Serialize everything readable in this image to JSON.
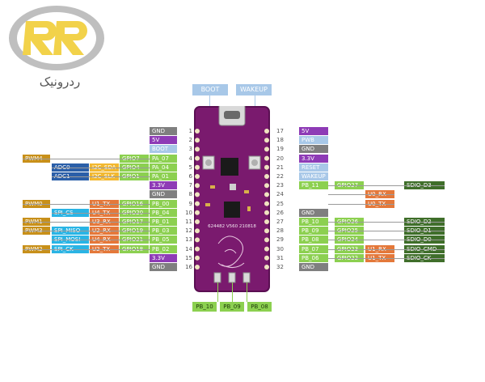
{
  "logo": {
    "caption": "ردرونیک",
    "colors": {
      "ring": "#bfbfbf",
      "letters": "#f2d24a",
      "text": "#555555"
    }
  },
  "buttons": {
    "boot": "BOOT",
    "wakeup": "WAKEUP"
  },
  "board": {
    "silkscreen": "624482 V560 210818",
    "colors": {
      "pcb": "#7a1a6e",
      "pcb_edge": "#5a0f52"
    }
  },
  "left_pins": [
    {
      "num": "1",
      "labels": [
        {
          "t": "GND",
          "c": "#7f7f7f"
        }
      ]
    },
    {
      "num": "2",
      "labels": [
        {
          "t": "5V",
          "c": "#8e3bb6"
        }
      ]
    },
    {
      "num": "3",
      "labels": [
        {
          "t": "BOOT",
          "c": "#a8c8e8"
        }
      ]
    },
    {
      "num": "4",
      "labels": [
        {
          "t": "PA_07",
          "c": "#8cd050"
        },
        {
          "t": "GPIO7",
          "c": "#8cd050"
        },
        {
          "t": "",
          "c": ""
        },
        {
          "t": "",
          "c": ""
        },
        {
          "t": "PWM4",
          "c": "#c8901a"
        }
      ]
    },
    {
      "num": "5",
      "labels": [
        {
          "t": "PA_04",
          "c": "#8cd050"
        },
        {
          "t": "GPIO4",
          "c": "#8cd050"
        },
        {
          "t": "I2C_SDA",
          "c": "#f2b830"
        },
        {
          "t": "ADC0",
          "c": "#2b5fa8"
        }
      ]
    },
    {
      "num": "6",
      "labels": [
        {
          "t": "PA_01",
          "c": "#8cd050"
        },
        {
          "t": "GPIO1",
          "c": "#8cd050"
        },
        {
          "t": "I2C_SLK",
          "c": "#f2b830"
        },
        {
          "t": "ADC1",
          "c": "#2b5fa8"
        }
      ]
    },
    {
      "num": "7",
      "labels": [
        {
          "t": "3.3V",
          "c": "#8e3bb6"
        }
      ]
    },
    {
      "num": "8",
      "labels": [
        {
          "t": "GND",
          "c": "#7f7f7f"
        }
      ]
    },
    {
      "num": "9",
      "labels": [
        {
          "t": "PB_00",
          "c": "#8cd050"
        },
        {
          "t": "GPIO16",
          "c": "#8cd050"
        },
        {
          "t": "U1_TX",
          "c": "#e4783a"
        },
        {
          "t": "",
          "c": ""
        },
        {
          "t": "PWM0",
          "c": "#c8901a"
        }
      ]
    },
    {
      "num": "10",
      "labels": [
        {
          "t": "PB_04",
          "c": "#8cd050"
        },
        {
          "t": "GPIO20",
          "c": "#8cd050"
        },
        {
          "t": "U4_TX",
          "c": "#e4783a"
        },
        {
          "t": "SPI_CS",
          "c": "#2ab4e4"
        }
      ]
    },
    {
      "num": "11",
      "labels": [
        {
          "t": "PB_01",
          "c": "#8cd050"
        },
        {
          "t": "GPIO17",
          "c": "#8cd050"
        },
        {
          "t": "U3_RX",
          "c": "#e4783a"
        },
        {
          "t": "",
          "c": ""
        },
        {
          "t": "PWM1",
          "c": "#c8901a"
        }
      ]
    },
    {
      "num": "12",
      "labels": [
        {
          "t": "PB_03",
          "c": "#8cd050"
        },
        {
          "t": "GPIO19",
          "c": "#8cd050"
        },
        {
          "t": "U2_RX",
          "c": "#e4783a"
        },
        {
          "t": "SPI_MISO",
          "c": "#2ab4e4"
        },
        {
          "t": "PWM3",
          "c": "#c8901a"
        }
      ]
    },
    {
      "num": "13",
      "labels": [
        {
          "t": "PB_05",
          "c": "#8cd050"
        },
        {
          "t": "GPIO21",
          "c": "#8cd050"
        },
        {
          "t": "U4_RX",
          "c": "#e4783a"
        },
        {
          "t": "SPI_MOSI",
          "c": "#2ab4e4"
        }
      ]
    },
    {
      "num": "14",
      "labels": [
        {
          "t": "PB_02",
          "c": "#8cd050"
        },
        {
          "t": "GPIO18",
          "c": "#8cd050"
        },
        {
          "t": "U2_TX",
          "c": "#e4783a"
        },
        {
          "t": "SPI_CK",
          "c": "#2ab4e4"
        },
        {
          "t": "PWM2",
          "c": "#c8901a"
        }
      ]
    },
    {
      "num": "15",
      "labels": [
        {
          "t": "3.3V",
          "c": "#8e3bb6"
        }
      ]
    },
    {
      "num": "16",
      "labels": [
        {
          "t": "GND",
          "c": "#7f7f7f"
        }
      ]
    }
  ],
  "right_pins": [
    {
      "num": "17",
      "labels": [
        {
          "t": "5V",
          "c": "#8e3bb6"
        }
      ]
    },
    {
      "num": "18",
      "labels": [
        {
          "t": "PWB",
          "c": "#a8c8e8"
        }
      ]
    },
    {
      "num": "19",
      "labels": [
        {
          "t": "GND",
          "c": "#7f7f7f"
        }
      ]
    },
    {
      "num": "20",
      "labels": [
        {
          "t": "3.3V",
          "c": "#8e3bb6"
        }
      ]
    },
    {
      "num": "21",
      "labels": [
        {
          "t": "RESET",
          "c": "#a8c8e8"
        }
      ]
    },
    {
      "num": "22",
      "labels": [
        {
          "t": "WAKEUP",
          "c": "#a8c8e8"
        }
      ]
    },
    {
      "num": "23",
      "labels": [
        {
          "t": "PB_11",
          "c": "#8cd050"
        },
        {
          "t": "GPIO27",
          "c": "#8cd050"
        },
        {
          "t": "",
          "c": ""
        },
        {
          "t": "SDIO_D3",
          "c": "#3f6e2a"
        }
      ]
    },
    {
      "num": "24",
      "labels": [
        {
          "t": "",
          "c": ""
        },
        {
          "t": "",
          "c": ""
        },
        {
          "t": "U0_RX",
          "c": "#e4783a"
        }
      ]
    },
    {
      "num": "25",
      "labels": [
        {
          "t": "",
          "c": ""
        },
        {
          "t": "",
          "c": ""
        },
        {
          "t": "U0_TX",
          "c": "#e4783a"
        }
      ]
    },
    {
      "num": "26",
      "labels": [
        {
          "t": "GND",
          "c": "#7f7f7f"
        }
      ]
    },
    {
      "num": "27",
      "labels": [
        {
          "t": "PB_10",
          "c": "#8cd050"
        },
        {
          "t": "GPIO26",
          "c": "#8cd050"
        },
        {
          "t": "",
          "c": ""
        },
        {
          "t": "SDIO_D2",
          "c": "#3f6e2a"
        }
      ]
    },
    {
      "num": "28",
      "labels": [
        {
          "t": "PB_09",
          "c": "#8cd050"
        },
        {
          "t": "GPIO25",
          "c": "#8cd050"
        },
        {
          "t": "",
          "c": ""
        },
        {
          "t": "SDIO_D1",
          "c": "#3f6e2a"
        }
      ]
    },
    {
      "num": "29",
      "labels": [
        {
          "t": "PB_08",
          "c": "#8cd050"
        },
        {
          "t": "GPIO24",
          "c": "#8cd050"
        },
        {
          "t": "",
          "c": ""
        },
        {
          "t": "SDIO_D0",
          "c": "#3f6e2a"
        }
      ]
    },
    {
      "num": "30",
      "labels": [
        {
          "t": "PB_07",
          "c": "#8cd050"
        },
        {
          "t": "GPIO23",
          "c": "#8cd050"
        },
        {
          "t": "U1_RX",
          "c": "#e4783a"
        },
        {
          "t": "SDIO_CMD",
          "c": "#3f6e2a"
        }
      ]
    },
    {
      "num": "31",
      "labels": [
        {
          "t": "PB_06",
          "c": "#8cd050"
        },
        {
          "t": "GPIO22",
          "c": "#8cd050"
        },
        {
          "t": "U1_TX",
          "c": "#e4783a"
        },
        {
          "t": "SDIO_CK",
          "c": "#3f6e2a"
        }
      ]
    },
    {
      "num": "32",
      "labels": [
        {
          "t": "GND",
          "c": "#7f7f7f"
        }
      ]
    }
  ],
  "bottom_pins": [
    {
      "label": "PB_10"
    },
    {
      "label": "PB_09"
    },
    {
      "label": "PB_08"
    }
  ]
}
